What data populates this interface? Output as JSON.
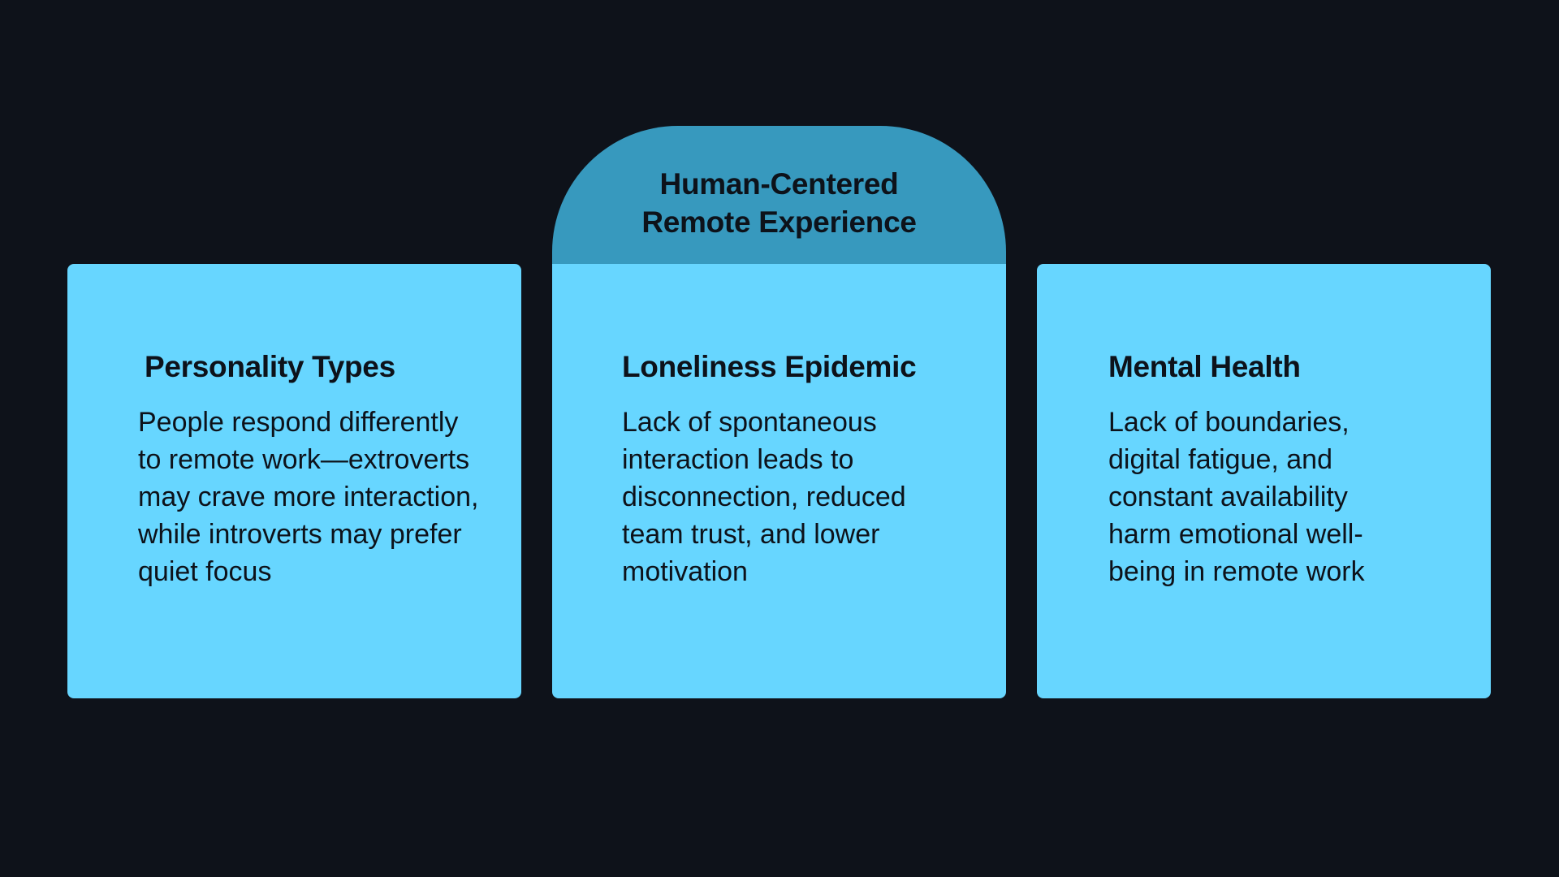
{
  "header": {
    "title_line1": "Human-Centered",
    "title_line2": "Remote Experience"
  },
  "cards": [
    {
      "title": "Personality Types",
      "text": "People respond differently to remote work—extroverts may crave more interaction, while introverts may prefer quiet focus"
    },
    {
      "title": "Loneliness Epidemic",
      "text": "Lack of spontaneous interaction leads to disconnection, reduced team trust, and lower motivation"
    },
    {
      "title": "Mental Health",
      "text": "Lack of boundaries, digital fatigue, and constant availability harm emotional well-being in remote work"
    }
  ],
  "colors": {
    "background": "#0e121a",
    "card": "#67d6ff",
    "arch": "#3799be",
    "text": "#0d121a"
  }
}
